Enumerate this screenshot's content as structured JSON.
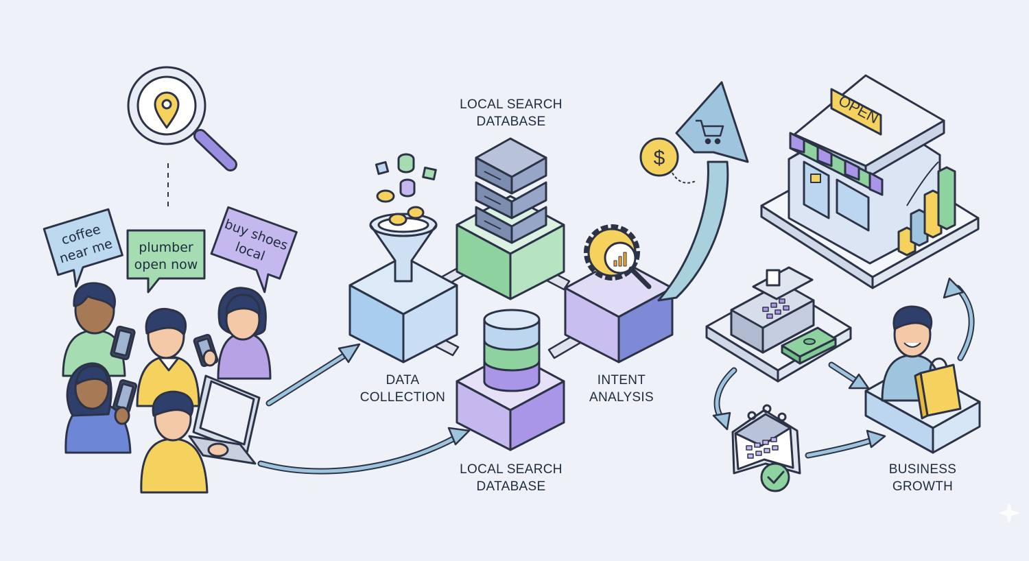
{
  "bubbles": {
    "left": [
      "coffee",
      "near me"
    ],
    "middle": [
      "plumber",
      "open now"
    ],
    "right": [
      "buy shoes",
      "local"
    ]
  },
  "labels": {
    "top_database": [
      "LOCAL SEARCH",
      "DATABASE"
    ],
    "bottom_database": [
      "LOCAL SEARCH",
      "DATABASE"
    ],
    "data_collection": [
      "DATA",
      "COLLECTION"
    ],
    "intent_analysis": [
      "INTENT",
      "ANALYSIS"
    ],
    "business_growth": [
      "BUSINESS",
      "GROWTH"
    ]
  },
  "store_sign": "OPEN",
  "currency_symbol": "$",
  "colors": {
    "background": "#eef1f7",
    "outline": "#2c3347",
    "blue": "#bcd6f0",
    "green": "#a5dcb2",
    "purple": "#c5b8ee",
    "yellow": "#f5d15e",
    "arrow": "#9fc5de"
  },
  "icons": [
    "location-search-icon",
    "funnel-icon",
    "server-rack-icon",
    "gear-analytics-icon",
    "database-cylinder-icon",
    "dollar-coin-icon",
    "shopping-cart-icon",
    "storefront-icon",
    "bar-chart-icon",
    "cash-register-icon",
    "calendar-icon",
    "check-icon",
    "shopping-bag-icon"
  ]
}
